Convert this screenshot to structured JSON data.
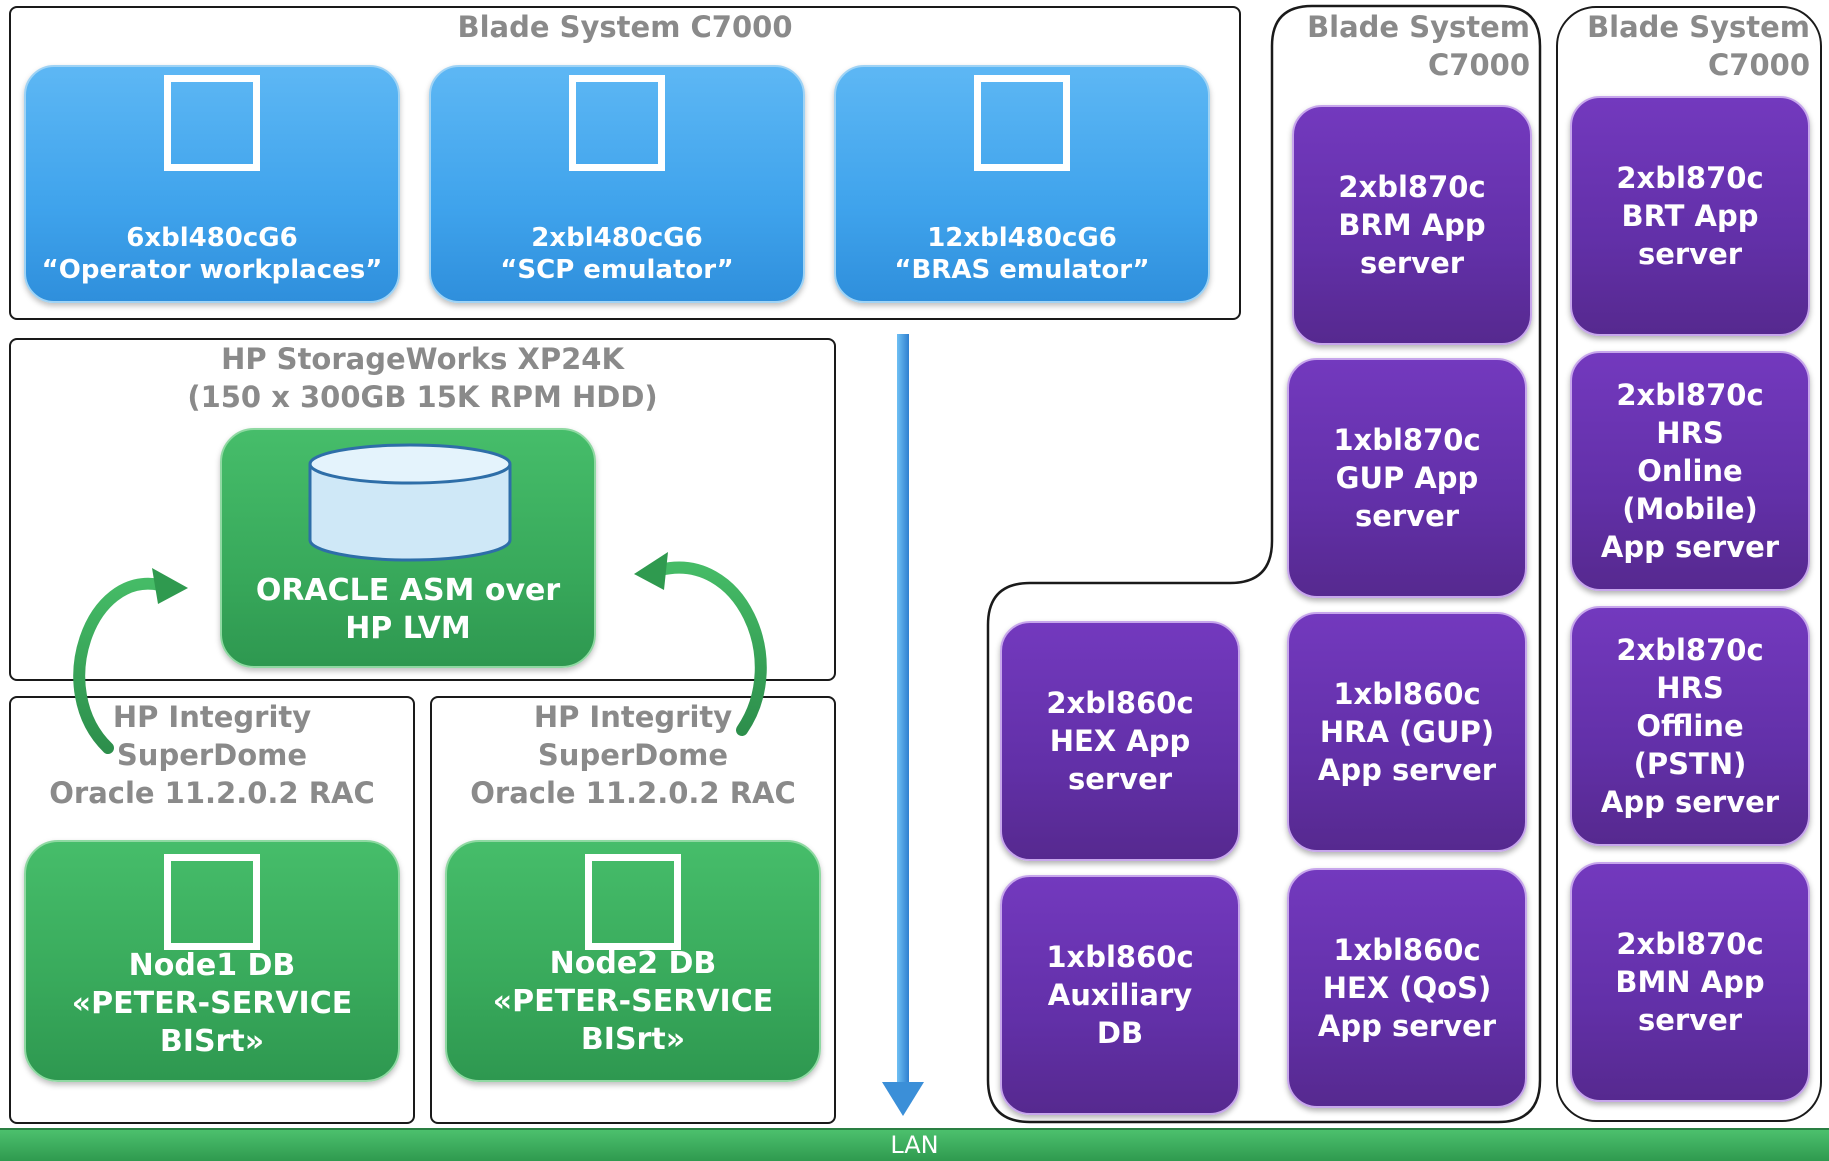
{
  "colors": {
    "blue_box": "#3fa3ec",
    "green_box": "#38a95b",
    "purple_box": "#6230a8",
    "lan_bar": "#3aaa5c",
    "title_gray": "#8a8a8a",
    "arrow": "#3b8fd8"
  },
  "blade_main": {
    "title": "Blade System C7000",
    "boxes": [
      {
        "line1": "6xbl480cG6",
        "line2": "“Operator workplaces”"
      },
      {
        "line1": "2xbl480cG6",
        "line2": "“SCP emulator”"
      },
      {
        "line1": "12xbl480cG6",
        "line2": "“BRAS emulator”"
      }
    ]
  },
  "storage": {
    "title_line1": "HP StorageWorks XP24K",
    "title_line2": "(150 x 300GB 15K RPM HDD)",
    "asm_label": "ORACLE ASM over\nHP LVM"
  },
  "superdome": [
    {
      "title": "HP Integrity\nSuperDome\nOracle 11.2.0.2 RAC",
      "node_label": "Node1 DB\n«PETER-SERVICE\nBISrt»"
    },
    {
      "title": "HP Integrity\nSuperDome\nOracle 11.2.0.2 RAC",
      "node_label": "Node2 DB\n«PETER-SERVICE\nBISrt»"
    }
  ],
  "blade_mid": {
    "title": "Blade System\nC7000",
    "boxes": [
      "2xbl870c\nBRM App\nserver",
      "1xbl870c\nGUP App\nserver",
      "2xbl860c\nHEX App\nserver",
      "1xbl860c\nHRA (GUP)\nApp server",
      "1xbl860c\nAuxiliary\nDB",
      "1xbl860c\nHEX (QoS)\nApp server"
    ]
  },
  "blade_right": {
    "title": "Blade System\nC7000",
    "boxes": [
      "2xbl870c\nBRT App\nserver",
      "2xbl870c\nHRS\nOnline\n(Mobile)\nApp server",
      "2xbl870c\nHRS\nOffline\n(PSTN)\nApp server",
      "2xbl870c\nBMN App\nserver"
    ]
  },
  "lan": {
    "label": "LAN"
  }
}
